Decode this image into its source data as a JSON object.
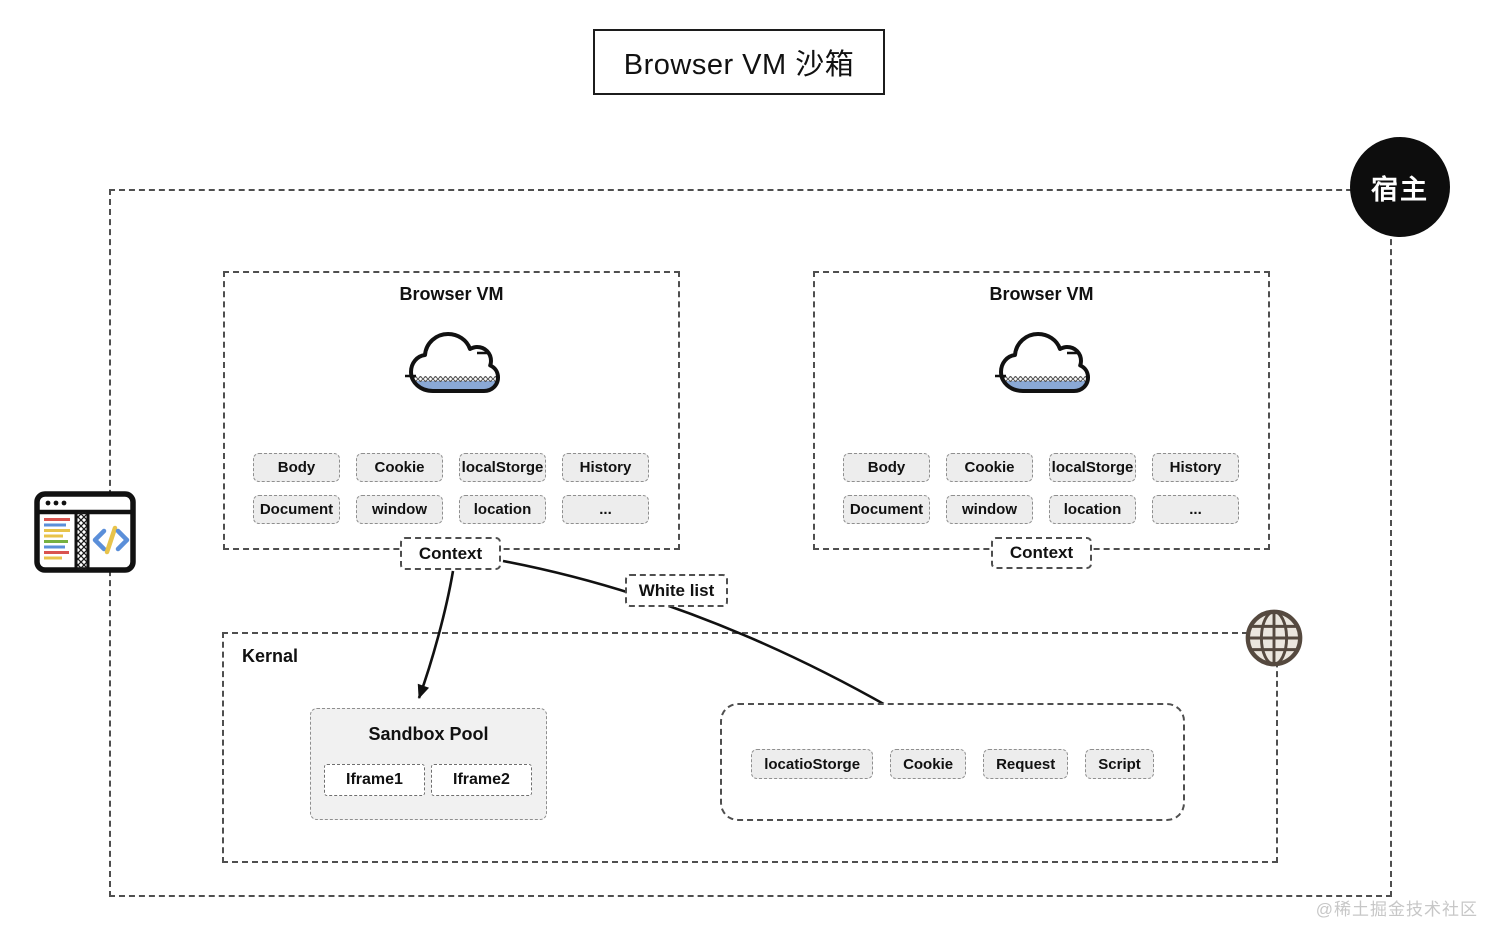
{
  "title": "Browser VM 沙箱",
  "host_label": "宿主",
  "browser_vms": [
    {
      "title": "Browser VM",
      "chips": [
        "Body",
        "Cookie",
        "localStorge",
        "History",
        "Document",
        "window",
        "location",
        "..."
      ],
      "context_label": "Context"
    },
    {
      "title": "Browser VM",
      "chips": [
        "Body",
        "Cookie",
        "localStorge",
        "History",
        "Document",
        "window",
        "location",
        "..."
      ],
      "context_label": "Context"
    }
  ],
  "white_list_label": "White list",
  "kernel": {
    "title": "Kernal",
    "sandbox_pool": {
      "title": "Sandbox Pool",
      "iframes": [
        "Iframe1",
        "Iframe2"
      ]
    },
    "whitelist_items": [
      "locatioStorge",
      "Cookie",
      "Request",
      "Script"
    ]
  },
  "watermark": "@稀土掘金技术社区",
  "icons": {
    "host": "host-circle-badge",
    "vm": "cloud-icon",
    "left": "code-browser-icon",
    "network": "globe-icon"
  },
  "colors": {
    "cloud_fill": "#8aa9d6",
    "chip_bg": "#ededed",
    "line": "#111111",
    "host_bg": "#0d0d0d",
    "watermark": "#c7c7c7",
    "icon_blue": "#5b8fd9",
    "icon_yellow": "#e8c34a",
    "icon_red": "#d9534f",
    "icon_green": "#76b041"
  }
}
